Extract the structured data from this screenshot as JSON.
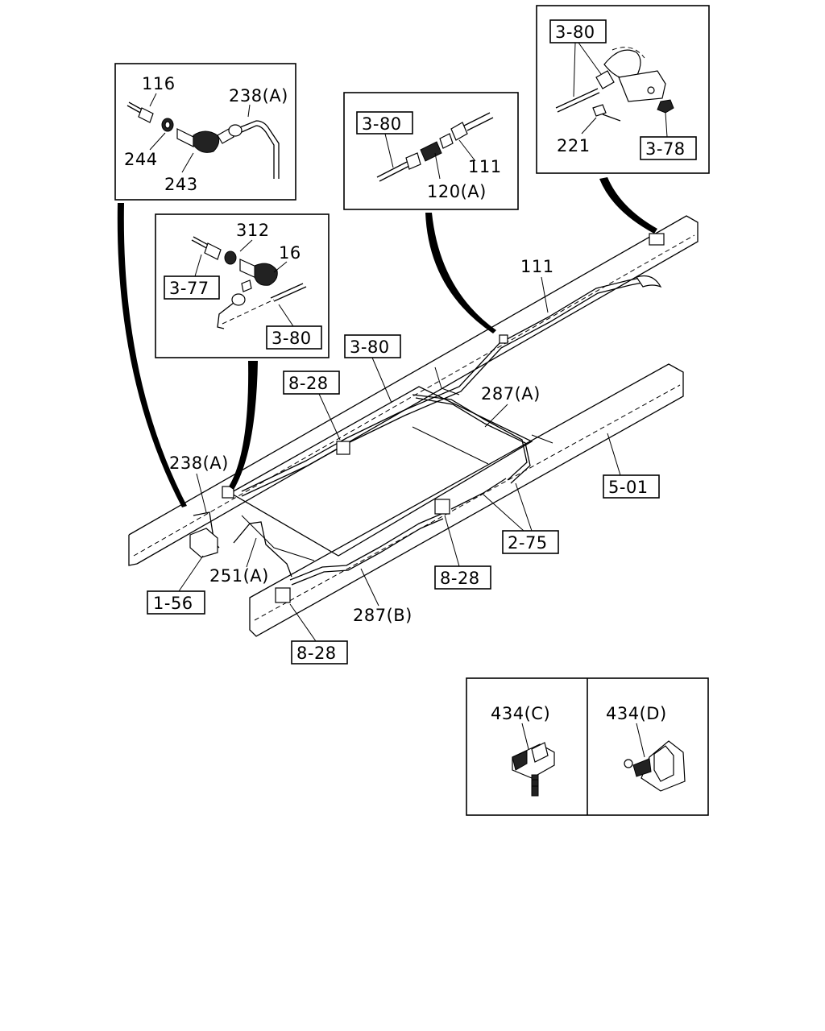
{
  "labels": {
    "l116": "116",
    "l238a_top": "238(A)",
    "l244": "244",
    "l243": "243",
    "l312": "312",
    "l16": "16",
    "l377": "3-77",
    "l380_inset2": "3-80",
    "l380_inset3": "3-80",
    "l111_inset": "111",
    "l120a": "120(A)",
    "l380_inset4": "3-80",
    "l221": "221",
    "l378": "3-78",
    "l111_main": "111",
    "l380_main": "3-80",
    "l828_a": "8-28",
    "l287a": "287(A)",
    "l501": "5-01",
    "l238a_main": "238(A)",
    "l275": "2-75",
    "l251a": "251(A)",
    "l828_b": "8-28",
    "l156": "1-56",
    "l287b": "287(B)",
    "l828_c": "8-28",
    "l434c": "434(C)",
    "l434d": "434(D)"
  }
}
